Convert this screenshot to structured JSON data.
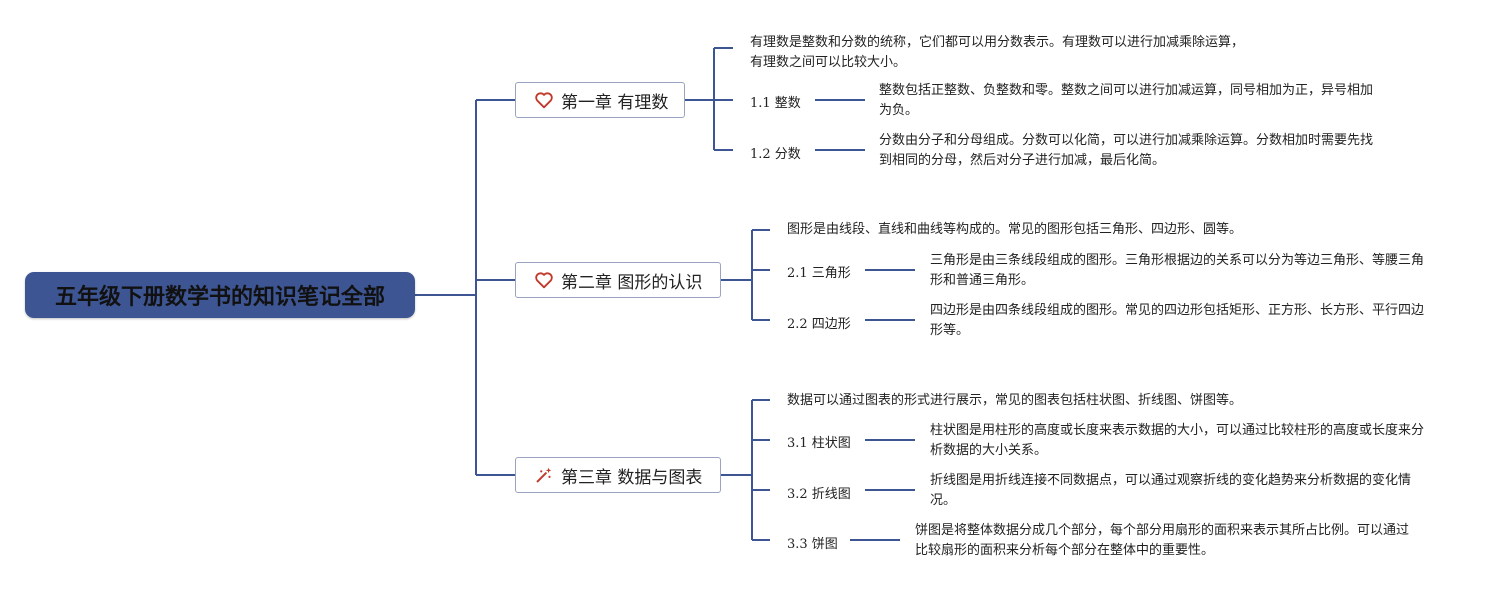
{
  "root": {
    "title": "五年级下册数学书的知识笔记全部"
  },
  "chapters": [
    {
      "title": "第一章 有理数",
      "icon": "heart-icon",
      "intro": "有理数是整数和分数的统称，它们都可以用分数表示。有理数可以进行加减乘除运算，有理数之间可以比较大小。",
      "sections": [
        {
          "label": "1.1 整数",
          "text": "整数包括正整数、负整数和零。整数之间可以进行加减运算，同号相加为正，异号相加为负。"
        },
        {
          "label": "1.2 分数",
          "text": "分数由分子和分母组成。分数可以化简，可以进行加减乘除运算。分数相加时需要先找到相同的分母，然后对分子进行加减，最后化简。"
        }
      ]
    },
    {
      "title": "第二章 图形的认识",
      "icon": "heart-icon",
      "intro": "图形是由线段、直线和曲线等构成的。常见的图形包括三角形、四边形、圆等。",
      "sections": [
        {
          "label": "2.1 三角形",
          "text": "三角形是由三条线段组成的图形。三角形根据边的关系可以分为等边三角形、等腰三角形和普通三角形。"
        },
        {
          "label": "2.2 四边形",
          "text": "四边形是由四条线段组成的图形。常见的四边形包括矩形、正方形、长方形、平行四边形等。"
        }
      ]
    },
    {
      "title": "第三章 数据与图表",
      "icon": "magic-wand-icon",
      "intro": "数据可以通过图表的形式进行展示，常见的图表包括柱状图、折线图、饼图等。",
      "sections": [
        {
          "label": "3.1 柱状图",
          "text": "柱状图是用柱形的高度或长度来表示数据的大小，可以通过比较柱形的高度或长度来分析数据的大小关系。"
        },
        {
          "label": "3.2 折线图",
          "text": "折线图是用折线连接不同数据点，可以通过观察折线的变化趋势来分析数据的变化情况。"
        },
        {
          "label": "3.3 饼图",
          "text": "饼图是将整体数据分成几个部分，每个部分用扇形的面积来表示其所占比例。可以通过比较扇形的面积来分析每个部分在整体中的重要性。"
        }
      ]
    }
  ],
  "colors": {
    "root": "#3e5593",
    "line": "#3e5593",
    "border": "#9aa3c0",
    "icon": "#c0392b"
  }
}
